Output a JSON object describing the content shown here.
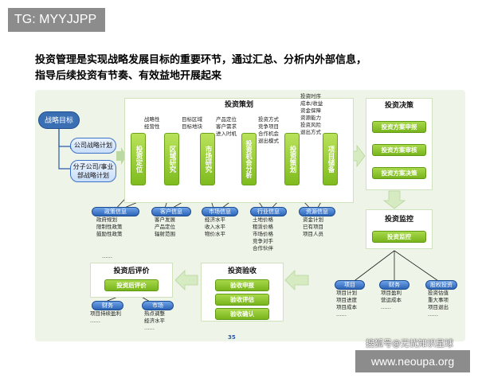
{
  "watermark_tag": "TG: MYYJJPP",
  "heading": [
    "投资管理是实现战略发展目标的重要环节，通过汇总、分析内外部信息，",
    "指导后续投资有节奏、有效益地开展起来"
  ],
  "strategy_goal": "战略目标",
  "company_plan": "公司战略计划",
  "branch_plan": [
    "分子公司/事业",
    "部战略计划"
  ],
  "planning": {
    "title": "投资策划",
    "steps": [
      "投资定位",
      "区域研究",
      "市场研究",
      "投资机会分析",
      "投资策划",
      "项目储备"
    ],
    "notes": [
      [
        "战略性",
        "经营性"
      ],
      [
        "目标区域",
        "目标地块"
      ],
      [
        "产品定位",
        "客户需求",
        "进入时机"
      ],
      [
        "投资方式",
        "竞争项目",
        "合作机会",
        "退出模式"
      ],
      [
        "投资时序",
        "成本/收益",
        "资金保障",
        "资源能力",
        "投资风险",
        "退出方式"
      ]
    ]
  },
  "decision": {
    "title": "投资决策",
    "items": [
      "投资方案申报",
      "投资方案审核",
      "投资方案决策"
    ]
  },
  "monitor": {
    "title": "投资监控",
    "item": "投资监控"
  },
  "info": [
    {
      "title": "政策信息",
      "lines": [
        "政府规划",
        "限制性政策",
        "鼓励性政策"
      ]
    },
    {
      "title": "客户信息",
      "lines": [
        "客户发展",
        "产品定位",
        "辐射范围"
      ]
    },
    {
      "title": "市场信息",
      "lines": [
        "经济水平",
        "收入水平",
        "物价水平"
      ]
    },
    {
      "title": "行业信息",
      "lines": [
        "土地价格",
        "租赁价格",
        "市场价格",
        "竞争对手",
        "合作伙伴"
      ]
    },
    {
      "title": "资源信息",
      "lines": [
        "资金计划",
        "已有项目",
        "项目人员"
      ]
    }
  ],
  "acceptance": {
    "title": "投资验收",
    "items": [
      "验收申报",
      "验收评估",
      "验收确认"
    ]
  },
  "post_eval": {
    "title": "投资后评价",
    "item": "投资后评价",
    "groups": [
      {
        "title": "财务",
        "lines": [
          "项目持续盈利",
          "……"
        ]
      },
      {
        "title": "市场",
        "lines": [
          "热点调整",
          "经济水平",
          "……"
        ]
      }
    ],
    "dots": "……"
  },
  "monitor_groups": [
    {
      "title": "项目",
      "lines": [
        "项目计划",
        "项目进度",
        "项目成本",
        "……"
      ]
    },
    {
      "title": "财务",
      "lines": [
        "项目盈利",
        "营运成本",
        "……"
      ]
    },
    {
      "title": "股权投资",
      "lines": [
        "投资估值",
        "重大事项",
        "项目退出",
        "……"
      ]
    }
  ],
  "page_number": "35",
  "watermark_sohu": "搜狐号@无忧知识星球",
  "watermark_site": "www.neoupa.org",
  "colors": {
    "green": "#8cc63f",
    "blue": "#3a6fb3",
    "panel_bg": "#eef4e7"
  }
}
